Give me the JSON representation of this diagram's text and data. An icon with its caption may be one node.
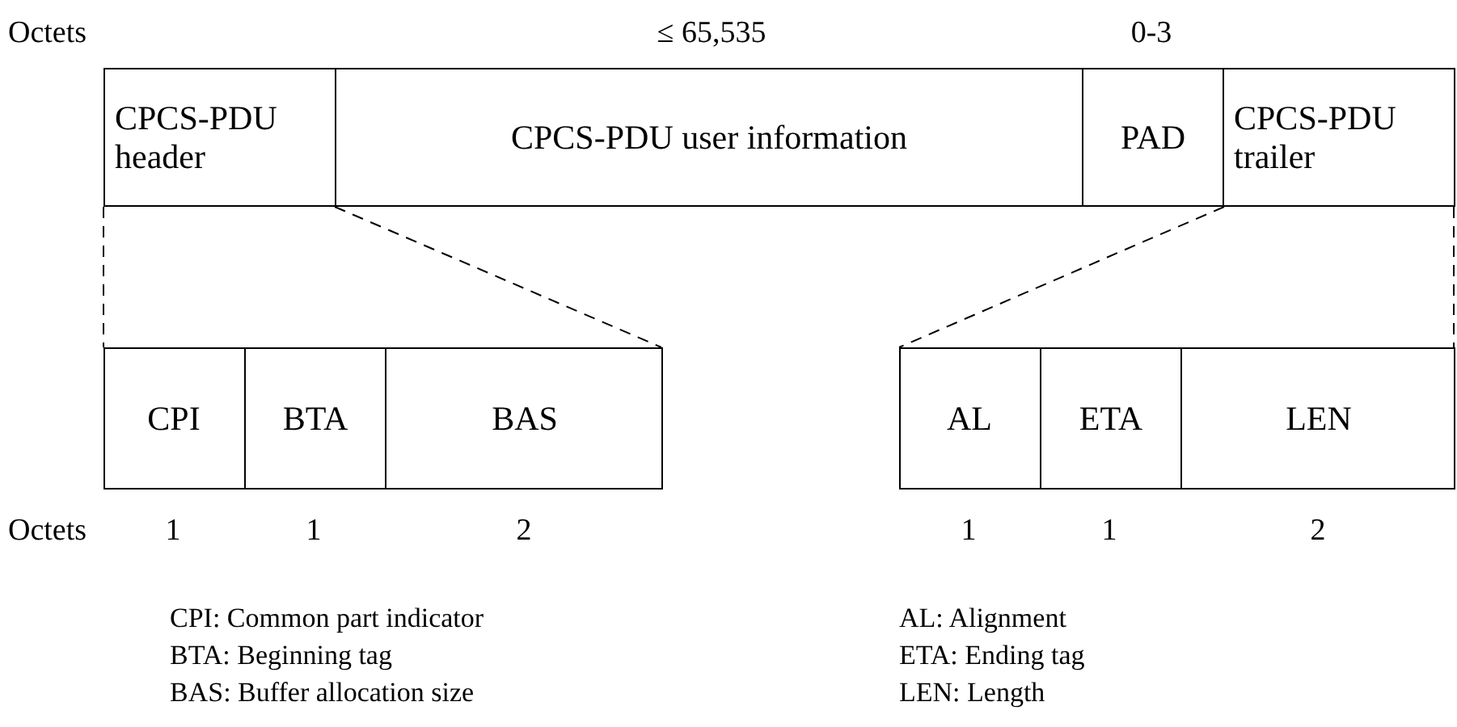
{
  "diagram": {
    "nodes": [
      {
        "text": [
          "CPCS-PDU header"
        ]
      },
      {
        "text": [
          "CPCS-PDU user information"
        ]
      },
      {
        "text": [
          "PAD"
        ]
      },
      {
        "text": [
          "CPCS-PDU trailer"
        ]
      },
      {
        "text": [],
        "shape": "box"
      },
      {
        "text": [
          "CPI"
        ],
        "in": 4
      },
      {
        "text": [
          "BTA"
        ],
        "in": 4
      },
      {
        "text": [
          "BAS"
        ],
        "in": 4
      },
      {
        "text": [],
        "shape": "box"
      },
      {
        "text": [
          "AL"
        ],
        "in": 8
      },
      {
        "text": [
          "ETA"
        ],
        "in": 8
      },
      {
        "text": [
          "LEN"
        ],
        "in": 8
      }
    ],
    "edges": [
      {
        "from": 0,
        "to": 4,
        "arrow": "none",
        "style": "dashed"
      },
      {
        "from": 0,
        "to": 4,
        "arrow": "none",
        "style": "dashed"
      },
      {
        "from": 3,
        "to": 8,
        "arrow": "none",
        "style": "dashed"
      },
      {
        "from": 3,
        "to": 8,
        "arrow": "none",
        "style": "dashed"
      }
    ],
    "labels": [
      "Octets",
      "≤ 65,535",
      "0-3",
      "Octets",
      "1",
      "1",
      "2",
      "1",
      "1",
      "2",
      "CPI: Common part indicator",
      "BTA: Beginning tag",
      "BAS: Buffer allocation size",
      "AL: Alignment",
      "ETA: Ending tag",
      "LEN: Length"
    ]
  }
}
